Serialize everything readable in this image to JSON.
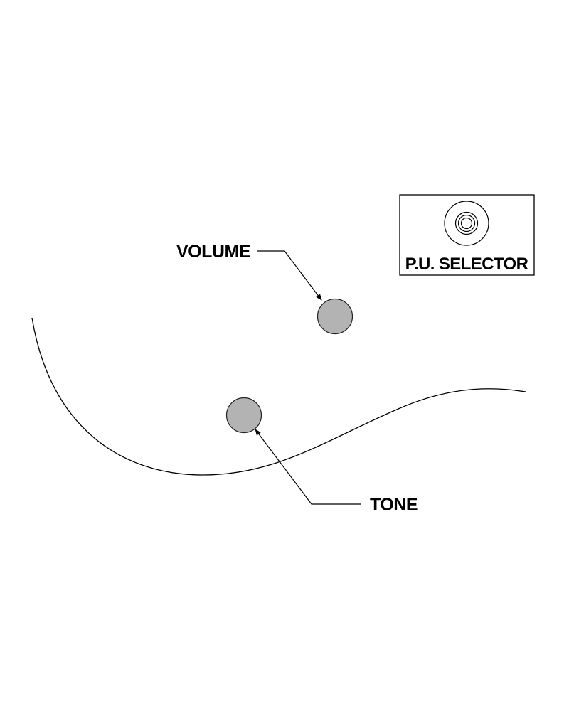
{
  "labels": {
    "volume": "VOLUME",
    "tone": "TONE",
    "pickup_selector": "P.U. SELECTOR"
  },
  "colors": {
    "knob_fill": "#b3b3b3",
    "line": "#000000",
    "background": "#ffffff"
  },
  "icons": {
    "pickup_selector": "toggle-switch-icon"
  }
}
